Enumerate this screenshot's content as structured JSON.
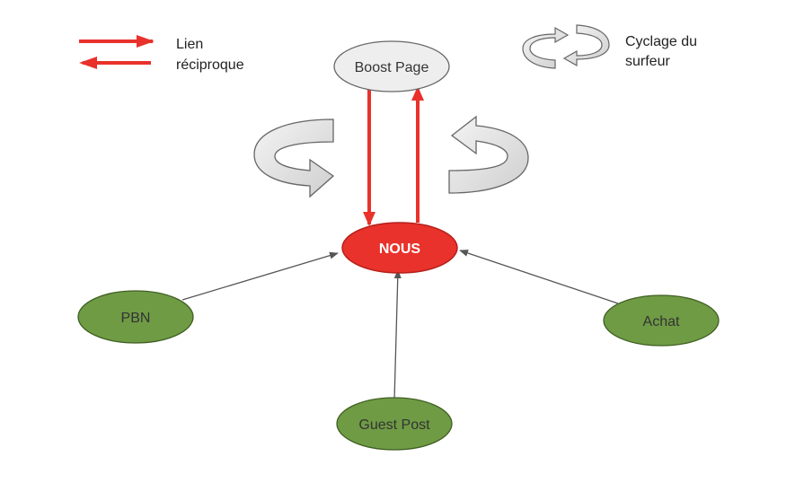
{
  "legend": {
    "reciprocal_line1": "Lien",
    "reciprocal_line2": "réciproque",
    "cycle_line1": "Cyclage du",
    "cycle_line2": "surfeur"
  },
  "nodes": {
    "boost": "Boost Page",
    "nous": "NOUS",
    "pbn": "PBN",
    "achat": "Achat",
    "guest": "Guest Post"
  },
  "colors": {
    "red": "#e8322b",
    "green": "#6f9b45",
    "green_stroke": "#3f5f22",
    "gray_fill": "#eeeeee",
    "gray_stroke": "#666666",
    "link_gray": "#555555"
  }
}
